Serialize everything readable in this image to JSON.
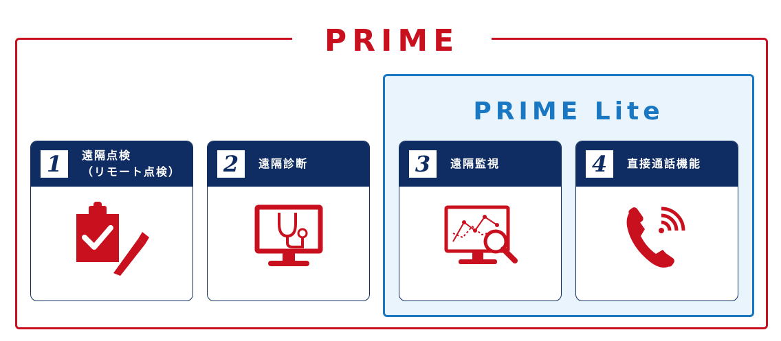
{
  "prime": {
    "title": "PRIME"
  },
  "lite": {
    "title": "PRIME Lite"
  },
  "cards": [
    {
      "number": "1",
      "title_line1": "遠隔点検",
      "title_line2": "（リモート点検）",
      "icon": "clipboard-check-icon"
    },
    {
      "number": "2",
      "title_line1": "遠隔診断",
      "title_line2": "",
      "icon": "monitor-stethoscope-icon"
    },
    {
      "number": "3",
      "title_line1": "遠隔監視",
      "title_line2": "",
      "icon": "monitor-chart-magnifier-icon"
    },
    {
      "number": "4",
      "title_line1": "直接通話機能",
      "title_line2": "",
      "icon": "phone-call-icon"
    }
  ],
  "colors": {
    "red": "#c8101e",
    "navy": "#0f2d62",
    "blue": "#1a78c2",
    "lite_bg": "#eaf4fc"
  }
}
